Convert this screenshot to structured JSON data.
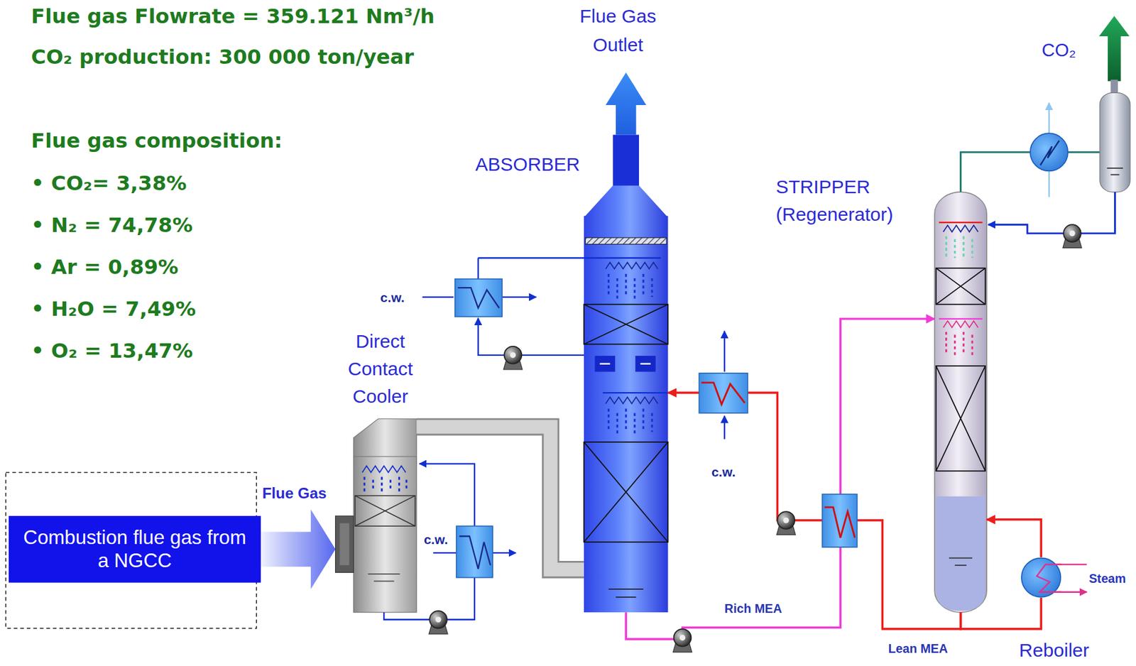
{
  "diagram": {
    "nodes": [
      {
        "text": [
          "Combustion flue gas from a NGCC"
        ]
      },
      {
        "text": [
          "Direct Contact Cooler"
        ]
      },
      {
        "text": [
          "ABSORBER"
        ]
      },
      {
        "text": [
          "STRIPPER (Regenerator)"
        ]
      },
      {
        "text": [
          "Reboiler"
        ]
      }
    ],
    "edges": [
      {
        "from": 0,
        "to": 1,
        "label": "Flue Gas",
        "arrow": "to"
      },
      {
        "from": 1,
        "to": 2,
        "arrow": "none"
      },
      {
        "from": 2,
        "to": 3,
        "label": "Rich MEA",
        "arrow": "to"
      },
      {
        "from": 3,
        "to": 2,
        "label": "Lean MEA",
        "arrow": "to"
      },
      {
        "from": 3,
        "to": 4,
        "arrow": "none"
      },
      {
        "from": 4,
        "to": 3,
        "arrow": "to"
      }
    ],
    "labels": [
      "Flue gas Flowrate = 359.121 Nm³/h",
      "CO₂ production: 300 000 ton/year",
      "Flue gas composition:",
      "• CO₂= 3,38%",
      "• N₂ = 74,78%",
      "• Ar = 0,89%",
      "• H₂O = 7,49%",
      "• O₂ = 13,47%",
      "Flue Gas Outlet",
      "CO₂",
      "c.w.",
      "c.w.",
      "c.w.",
      "Steam"
    ]
  }
}
